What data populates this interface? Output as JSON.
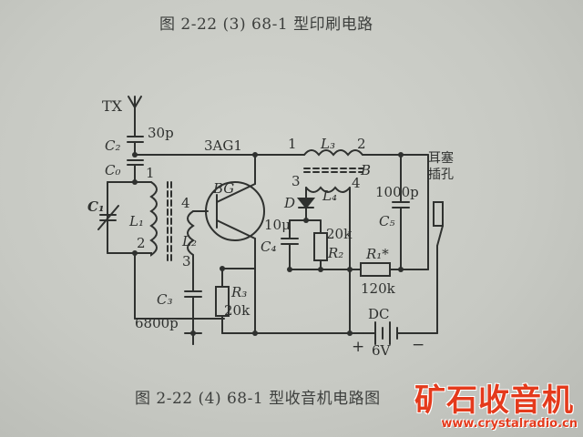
{
  "captions": {
    "top": "图 2-22 (3)    68-1 型印刷电路",
    "bottom": "图 2-22 (4)    68-1 型收音机电路图"
  },
  "labels": {
    "tx": "TX",
    "c2": "C₂",
    "c2_val": "30p",
    "c0": "C₀",
    "c1": "C₁",
    "l1": "L₁",
    "l1_pin1": "1",
    "l1_pin2": "2",
    "l2_pin4": "4",
    "l2": "L₂",
    "l2_pin3": "3",
    "c3": "C₃",
    "c3_val": "6800p",
    "transistor": "3AG1",
    "bg": "BG",
    "l3_pin1": "1",
    "l3": "L₃",
    "l3_pin2": "2",
    "l4_pin3": "3",
    "b": "B",
    "l4_pin4": "4",
    "l4": "L₄",
    "diode": "D",
    "c4_val": "10μ",
    "c4": "C₄",
    "r2_val": "20k",
    "r2": "R₂",
    "r3": "R₃",
    "r3_val": "20k",
    "c5_val": "1000p",
    "c5": "C₅",
    "r1": "R₁*",
    "r1_val": "120k",
    "earphone": "耳塞",
    "jack": "插孔",
    "dc": "DC",
    "plus": "+",
    "voltage": "6V",
    "minus": "−"
  },
  "watermark": {
    "brand": "矿石收音机",
    "url": "www.crystalradio.cn",
    "color": "#e43a1c"
  },
  "colors": {
    "paper": "#c6c8c2",
    "ink": "#2f312f"
  }
}
